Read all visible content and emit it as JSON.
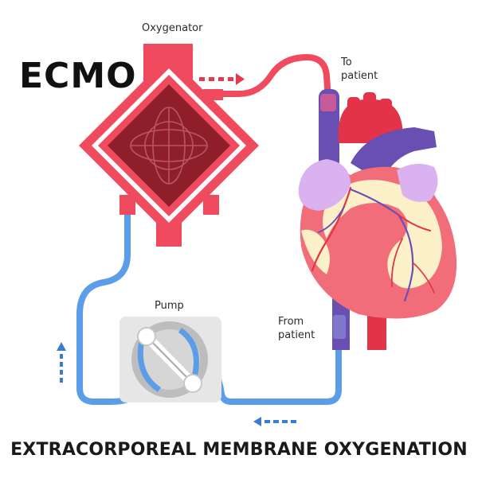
{
  "title": "ECMO",
  "caption": "EXTRACORPOREAL MEMBRANE OXYGENATION",
  "labels": {
    "oxygenator": "Oxygenator",
    "to_patient_line1": "To",
    "to_patient_line2": "patient",
    "pump": "Pump",
    "from_patient_line1": "From",
    "from_patient_line2": "patient"
  },
  "colors": {
    "oxygenated_blood": "#f04a5e",
    "deoxygenated_blood": "#5b9de8",
    "oxygenator_core": "#8e1f2a",
    "heart_body": "#f26d7a",
    "heart_fat": "#fbf0c7",
    "vein_purple": "#6a4fb3",
    "pump_casing": "#e3e3e3",
    "arrow_red": "#e53950",
    "arrow_blue": "#3a7bd5"
  }
}
